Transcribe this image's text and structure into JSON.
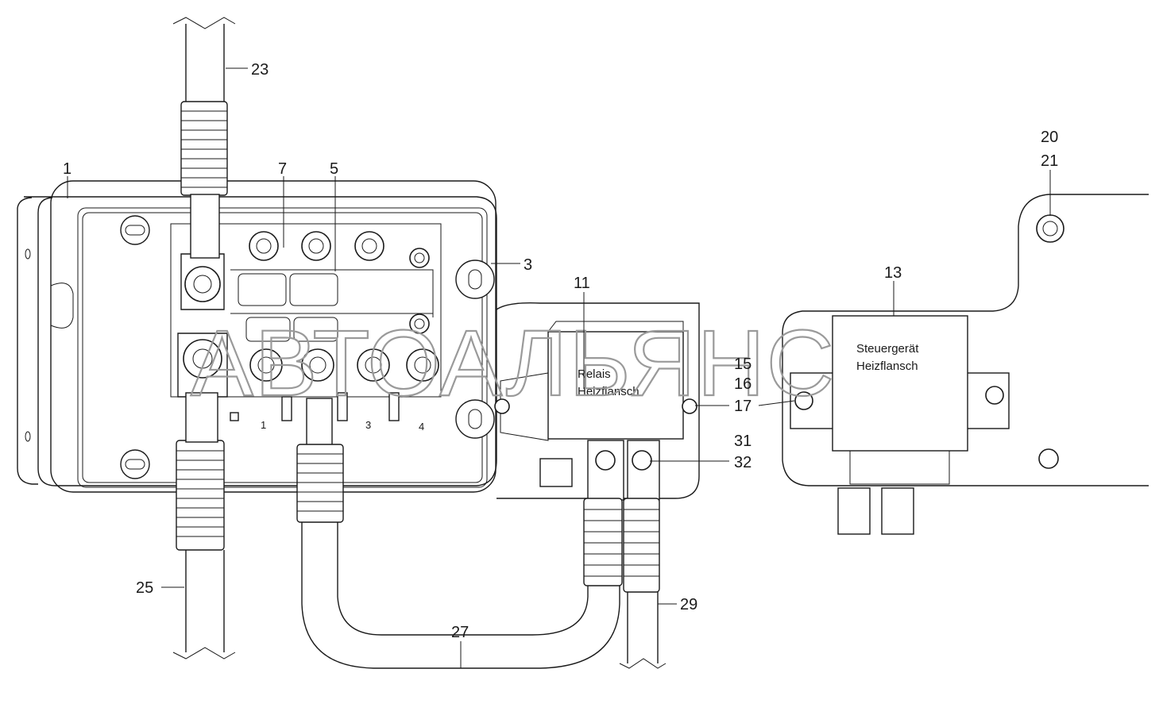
{
  "watermark": "АВТОАЛЬЯНС",
  "callouts": {
    "c1": "1",
    "c3": "3",
    "c5": "5",
    "c7": "7",
    "c11": "11",
    "c13": "13",
    "c15": "15",
    "c16": "16",
    "c17": "17",
    "c20": "20",
    "c21": "21",
    "c23": "23",
    "c25": "25",
    "c27": "27",
    "c29": "29",
    "c31": "31",
    "c32": "32"
  },
  "terminal_numbers": {
    "t1": "1",
    "t3": "3",
    "t4": "4"
  },
  "components": {
    "relay_line1": "Relais",
    "relay_line2": "Heizflansch",
    "controller_line1": "Steuergerät",
    "controller_line2": "Heizflansch"
  }
}
